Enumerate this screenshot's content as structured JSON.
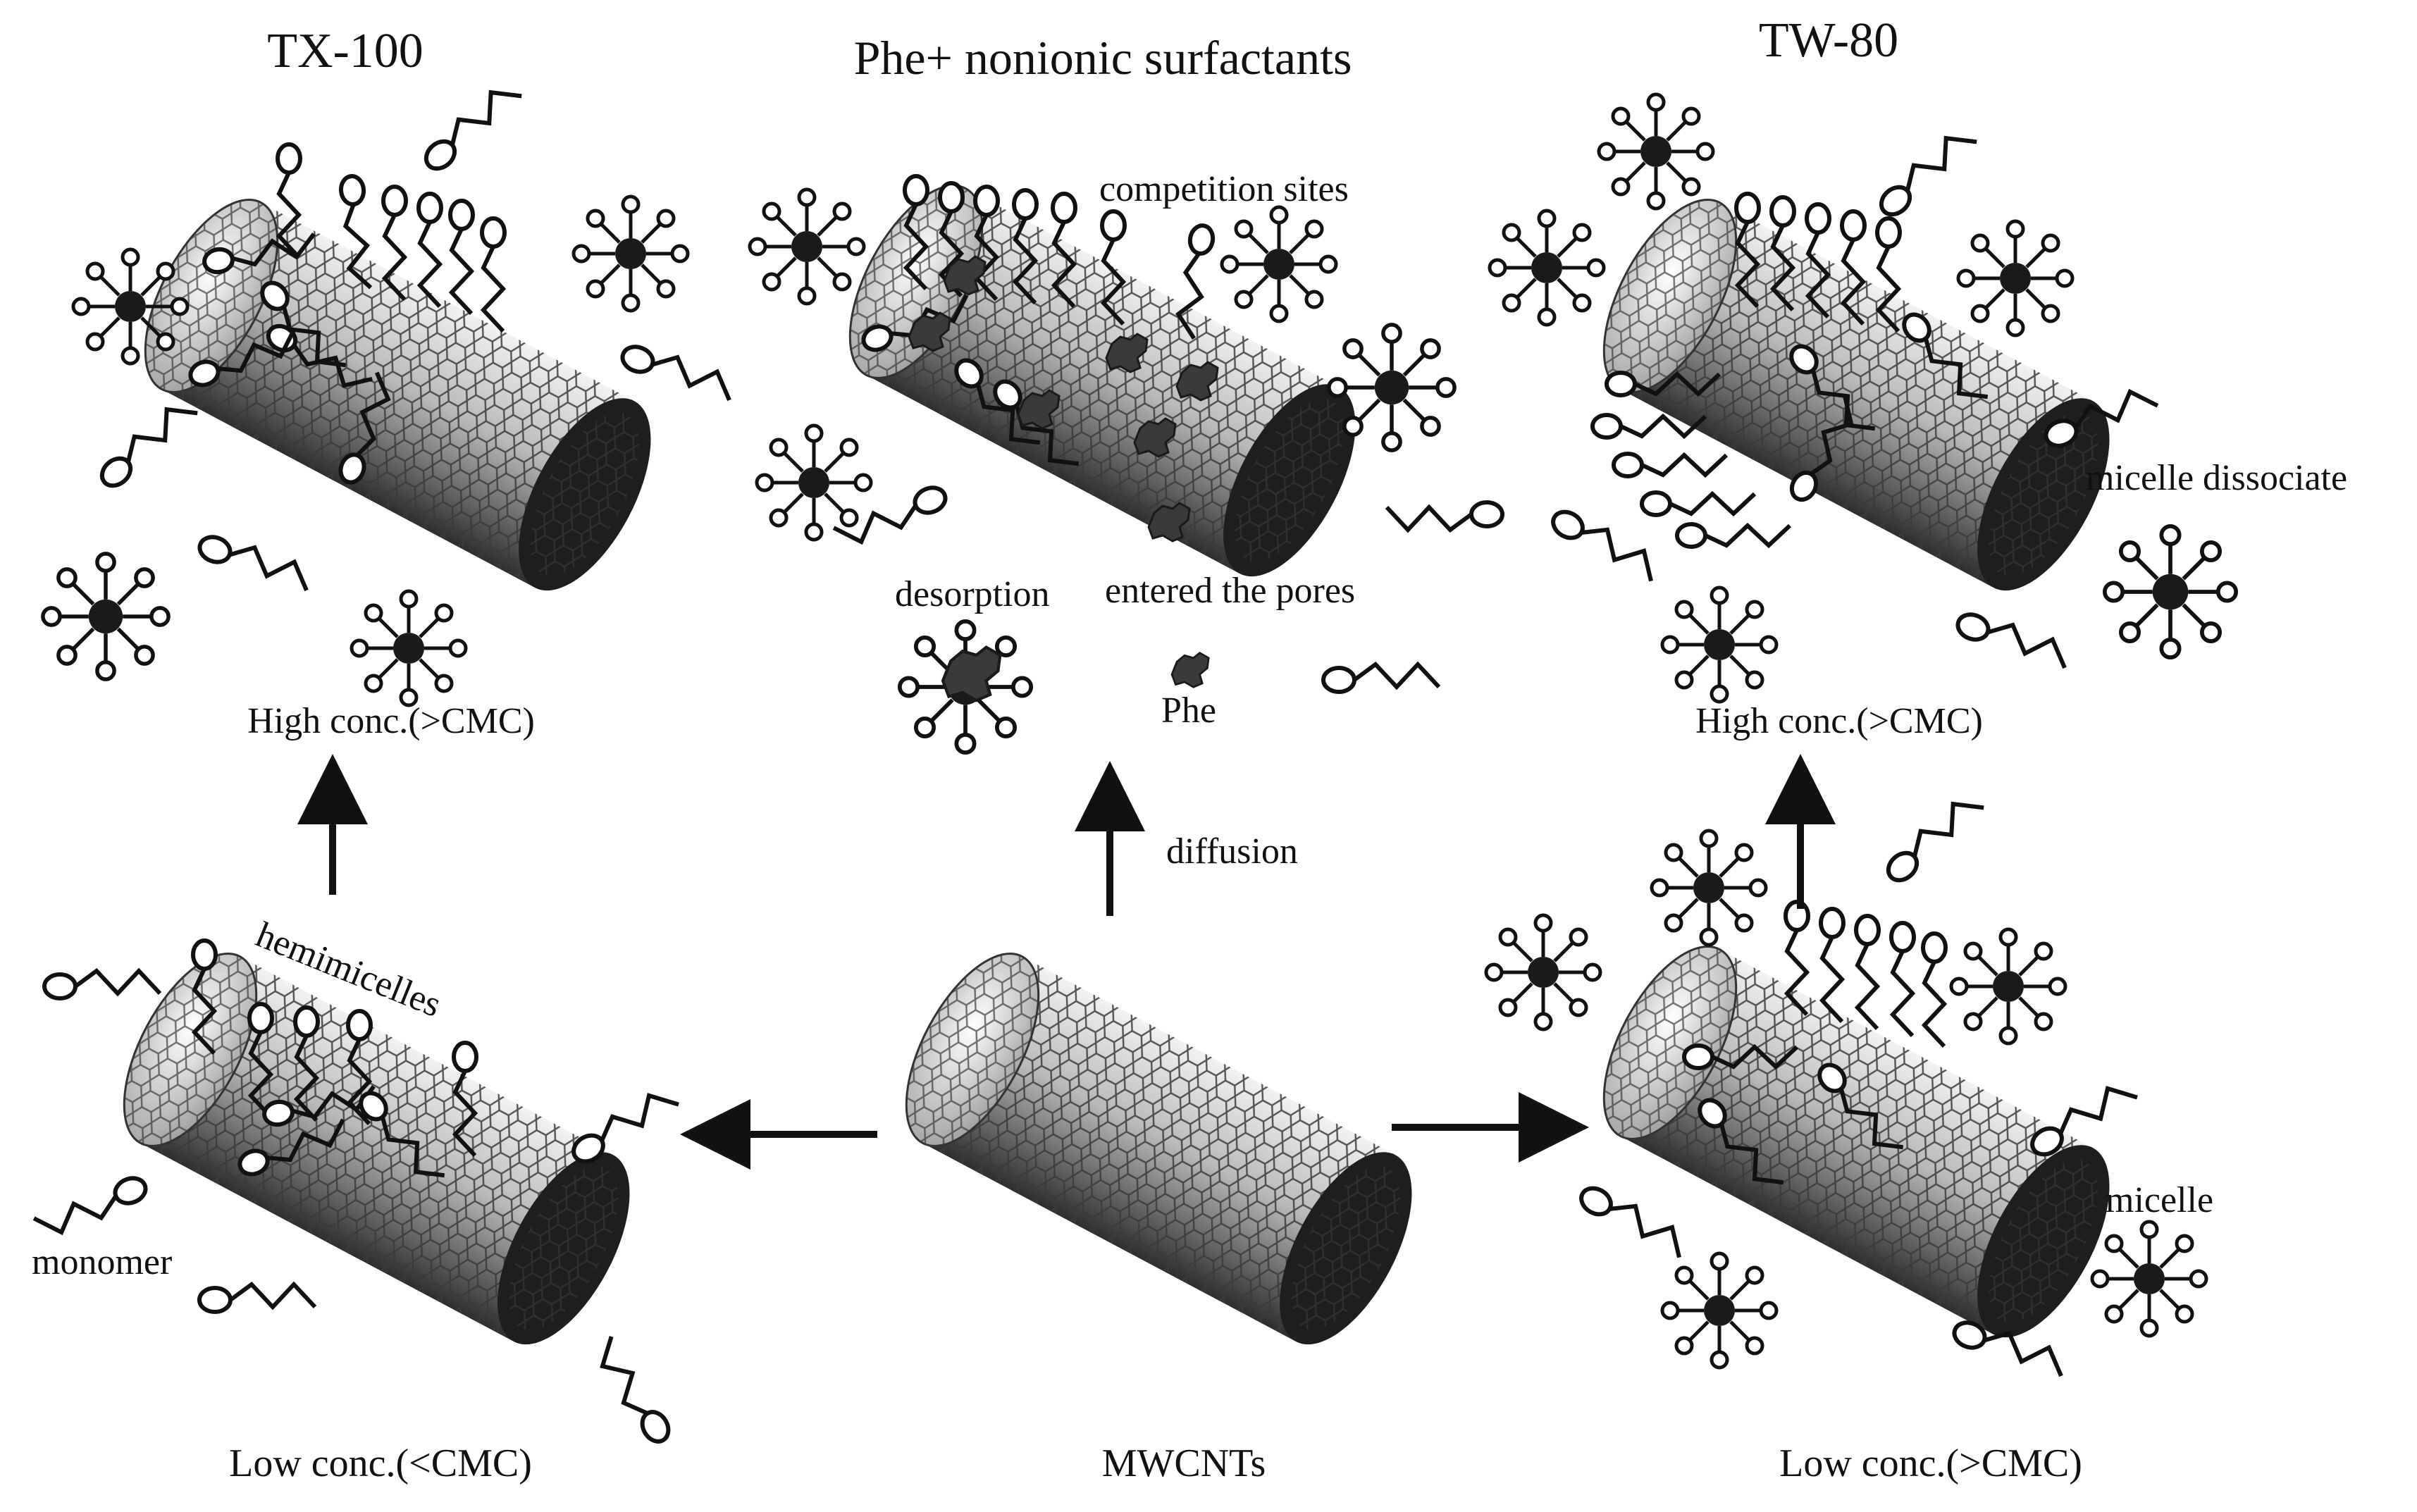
{
  "labels": {
    "tx100": "TX-100",
    "title": "Phe+ nonionic surfactants",
    "tw80": "TW-80",
    "competition_sites": "competition sites",
    "micelle_dissociate": "micelle dissociate",
    "desorption": "desorption",
    "entered_pores": "entered the pores",
    "phe": "Phe",
    "high_conc_left": "High conc.(>CMC)",
    "high_conc_right": "High conc.(>CMC)",
    "diffusion": "diffusion",
    "hemimicelles": "hemimicelles",
    "monomer": "monomer",
    "micelle": "micelle",
    "low_conc_left": "Low conc.(<CMC)",
    "mwcnts": "MWCNTs",
    "low_conc_right": "Low conc.(>CMC)"
  },
  "colors": {
    "ink": "#111111",
    "tube_dark": "#2b2b2b",
    "tube_mid": "#8a8a8a",
    "tube_light": "#e2e2e2",
    "phe": "#3a3a3a"
  }
}
